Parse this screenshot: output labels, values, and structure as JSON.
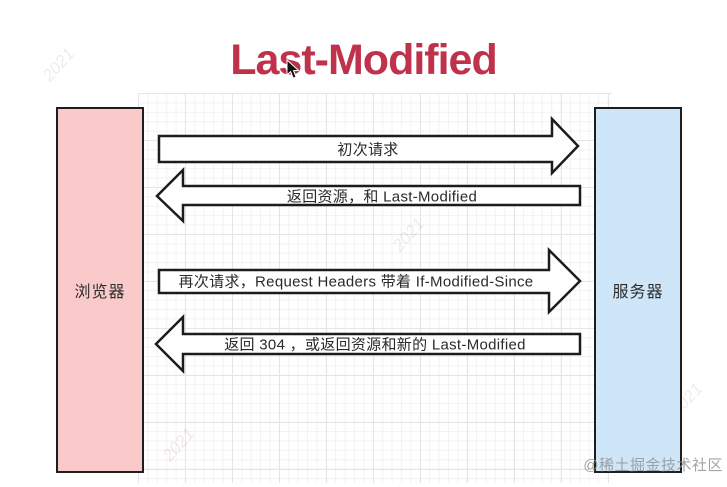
{
  "title": "Last-Modified",
  "nodes": {
    "browser": {
      "label": "浏览器"
    },
    "server": {
      "label": "服务器"
    }
  },
  "arrows": [
    {
      "label": "初次请求",
      "direction": "right",
      "from": "browser",
      "to": "server"
    },
    {
      "label": "返回资源，和 Last-Modified",
      "direction": "left",
      "from": "server",
      "to": "browser"
    },
    {
      "label": "再次请求，Request Headers 带着 If-Modified-Since",
      "direction": "right",
      "from": "browser",
      "to": "server"
    },
    {
      "label": "返回 304 ，或返回资源和新的 Last-Modified",
      "direction": "left",
      "from": "server",
      "to": "browser"
    }
  ],
  "watermark": "@稀土掘金技术社区",
  "faint_mark": "2021",
  "colors": {
    "title": "#c0314c",
    "browser_fill": "#fac9c9",
    "server_fill": "#cfe5f8",
    "shape_stroke": "#1c1c1c",
    "grid_line": "#e4e4e9",
    "watermark_gray": "#8f8f8f"
  }
}
